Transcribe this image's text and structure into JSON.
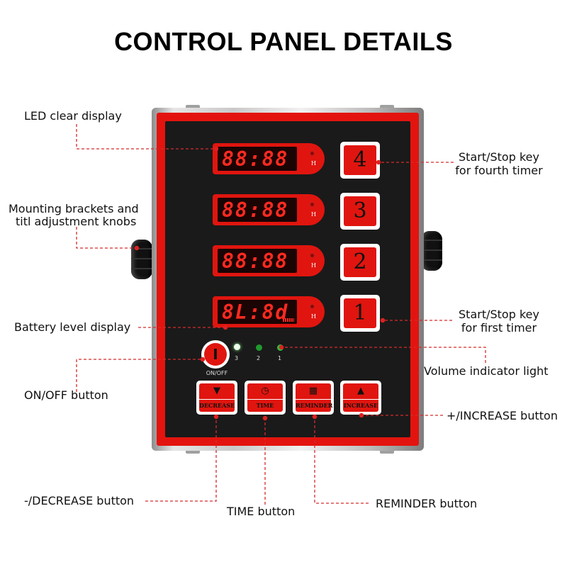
{
  "title": "CONTROL PANEL DETAILS",
  "callouts": {
    "led_display": "LED clear display",
    "mounting_line1": "Mounting brackets and",
    "mounting_line2": "titl adjustment knobs",
    "battery": "Battery level display",
    "onoff": "ON/OFF button",
    "decrease": "-/DECREASE button",
    "time": "TIME button",
    "reminder": "REMINDER button",
    "increase": "+/INCREASE button",
    "volume": "Volume indicator light",
    "fourth_line1": "Start/Stop key",
    "fourth_line2": "for fourth timer",
    "first_line1": "Start/Stop key",
    "first_line2": "for first timer"
  },
  "panel": {
    "displays": [
      {
        "digits": "88:88",
        "indicator": "H"
      },
      {
        "digits": "88:88",
        "indicator": "H"
      },
      {
        "digits": "88:88",
        "indicator": "H"
      },
      {
        "digits": "8L:8d",
        "indicator": "H"
      }
    ],
    "timer_keys": [
      "4",
      "3",
      "2",
      "1"
    ],
    "onoff_symbol": "I",
    "onoff_label": "ON/OFF",
    "volume_levels": [
      "3",
      "2",
      "1"
    ],
    "function_keys": [
      {
        "icon": "▼",
        "label": "DECREASE"
      },
      {
        "icon": "◷",
        "label": "TIME"
      },
      {
        "icon": "▦",
        "label": "REMINDER"
      },
      {
        "icon": "▲",
        "label": "INCREASE"
      }
    ]
  },
  "colors": {
    "panel_red": "#e0150f",
    "led_red": "#ff2a20",
    "leader_red": "#d62a2a",
    "volume_led_on": "#34d14a",
    "face_black": "#1a1a1a"
  }
}
